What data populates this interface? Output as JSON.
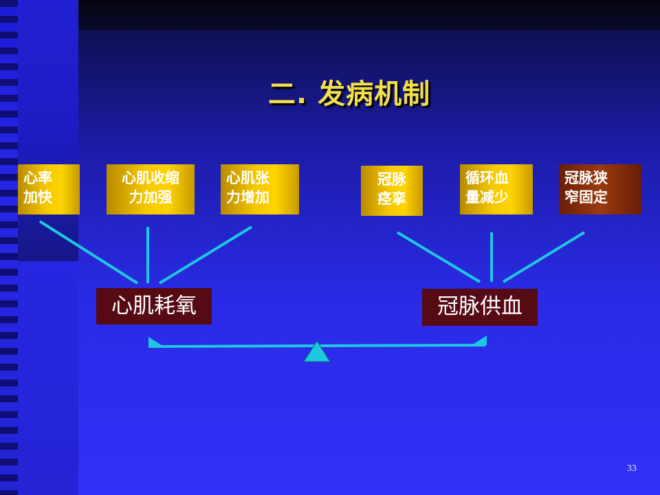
{
  "slide": {
    "title": "二. 发病机制",
    "page_number": "33"
  },
  "left_factors": [
    {
      "line1": "心率",
      "line2": "加快"
    },
    {
      "line1": "心肌收缩",
      "line2": "力加强"
    },
    {
      "line1": "心肌张",
      "line2": "力增加"
    }
  ],
  "right_factors": [
    {
      "line1": "冠脉",
      "line2": "痉挛"
    },
    {
      "line1": "循环血",
      "line2": "量减少"
    },
    {
      "line1": "冠脉狭",
      "line2": "窄固定"
    }
  ],
  "outcomes": {
    "left": "心肌耗氧",
    "right": "冠脉供血"
  },
  "colors": {
    "title": "#f2e04a",
    "factor_box": "#ffd400",
    "fixed_stenosis_box": "#9a3a10",
    "outcome_box": "#550a14",
    "connector": "#1ec8e0",
    "fulcrum": "#1ec8e0"
  }
}
